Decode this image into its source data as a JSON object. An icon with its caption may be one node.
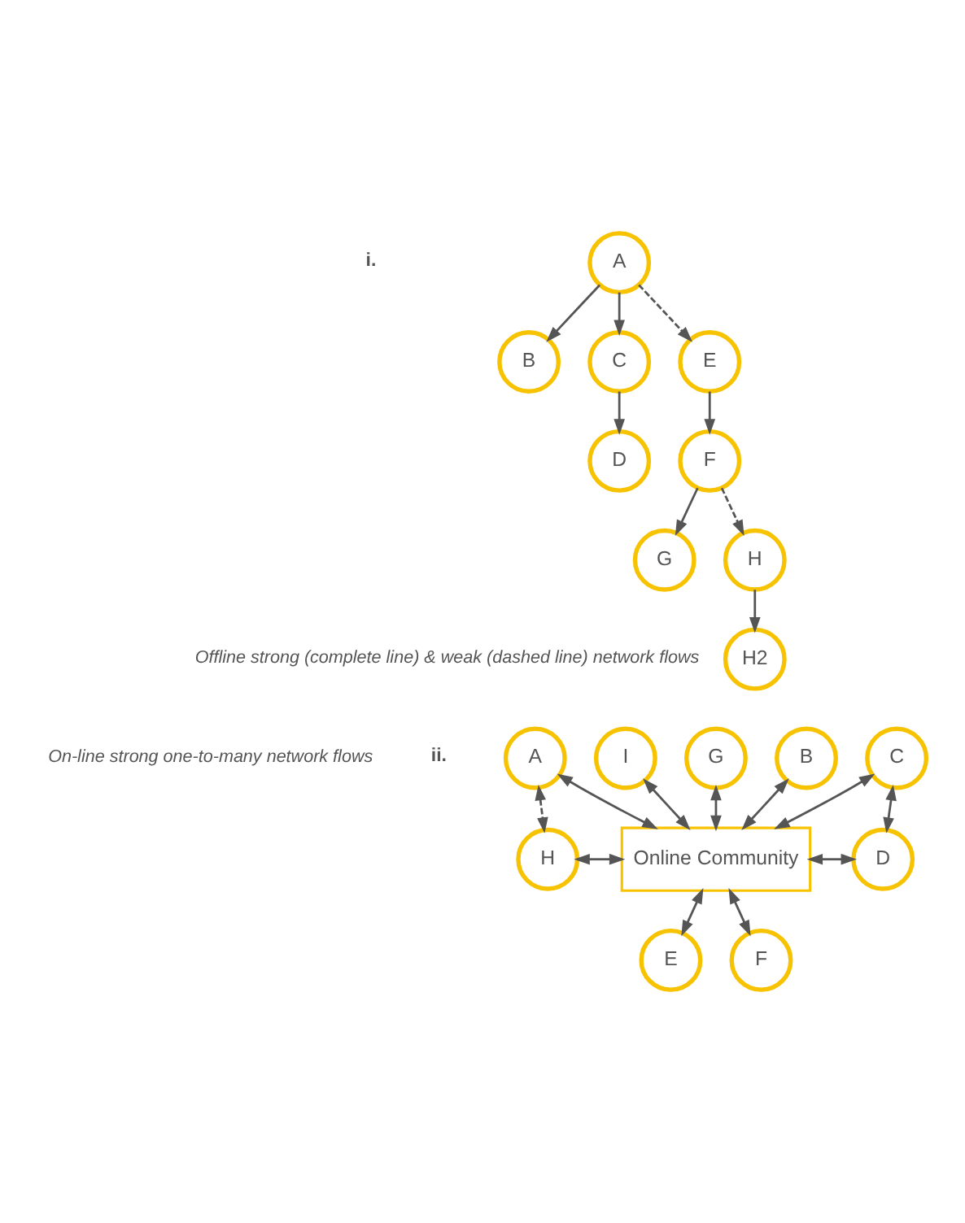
{
  "diagram": {
    "nodes": [
      {
        "text": [
          "A"
        ]
      },
      {
        "text": [
          "B"
        ]
      },
      {
        "text": [
          "C"
        ]
      },
      {
        "text": [
          "D"
        ]
      },
      {
        "text": [
          "E"
        ]
      },
      {
        "text": [
          "F"
        ]
      },
      {
        "text": [
          "G"
        ]
      },
      {
        "text": [
          "H"
        ]
      },
      {
        "text": [
          "H2"
        ]
      },
      {
        "text": [
          "A"
        ]
      },
      {
        "text": [
          "B"
        ]
      },
      {
        "text": [
          "C"
        ]
      },
      {
        "text": [
          "D"
        ]
      },
      {
        "text": [
          "E"
        ]
      },
      {
        "text": [
          "F"
        ]
      },
      {
        "text": [
          "G"
        ]
      },
      {
        "text": [
          "H"
        ]
      },
      {
        "text": [
          "I"
        ]
      },
      {
        "text": [
          "Online Community"
        ]
      }
    ],
    "edges": [
      {
        "from": 0,
        "to": 1,
        "arrow": "to"
      },
      {
        "from": 0,
        "to": 2,
        "arrow": "to"
      },
      {
        "from": 2,
        "to": 3,
        "arrow": "to"
      },
      {
        "from": 0,
        "to": 4,
        "arrow": "to",
        "style": "dashed"
      },
      {
        "from": 4,
        "to": 5,
        "arrow": "to"
      },
      {
        "from": 5,
        "to": 6,
        "arrow": "to"
      },
      {
        "from": 5,
        "to": 7,
        "arrow": "to",
        "style": "dashed"
      },
      {
        "from": 7,
        "to": 8,
        "arrow": "to"
      },
      {
        "from": 9,
        "to": 16,
        "arrow": "both",
        "style": "dashed"
      },
      {
        "from": 9,
        "to": 18,
        "arrow": "both"
      },
      {
        "from": 10,
        "to": 18,
        "arrow": "both"
      },
      {
        "from": 17,
        "to": 18,
        "arrow": "both"
      },
      {
        "from": 16,
        "to": 18,
        "arrow": "both"
      },
      {
        "from": 15,
        "to": 18,
        "arrow": "both"
      },
      {
        "from": 18,
        "to": 11,
        "arrow": "both"
      },
      {
        "from": 18,
        "to": 12,
        "arrow": "both"
      },
      {
        "from": 18,
        "to": 13,
        "arrow": "both"
      },
      {
        "from": 18,
        "to": 14,
        "arrow": "both"
      },
      {
        "from": 11,
        "to": 12,
        "arrow": "both"
      }
    ],
    "labels": [
      "i.",
      "Offline strong (complete line) & weak (dashed line) network flows",
      "ii.",
      "On-line strong one-to-many network flows"
    ]
  }
}
